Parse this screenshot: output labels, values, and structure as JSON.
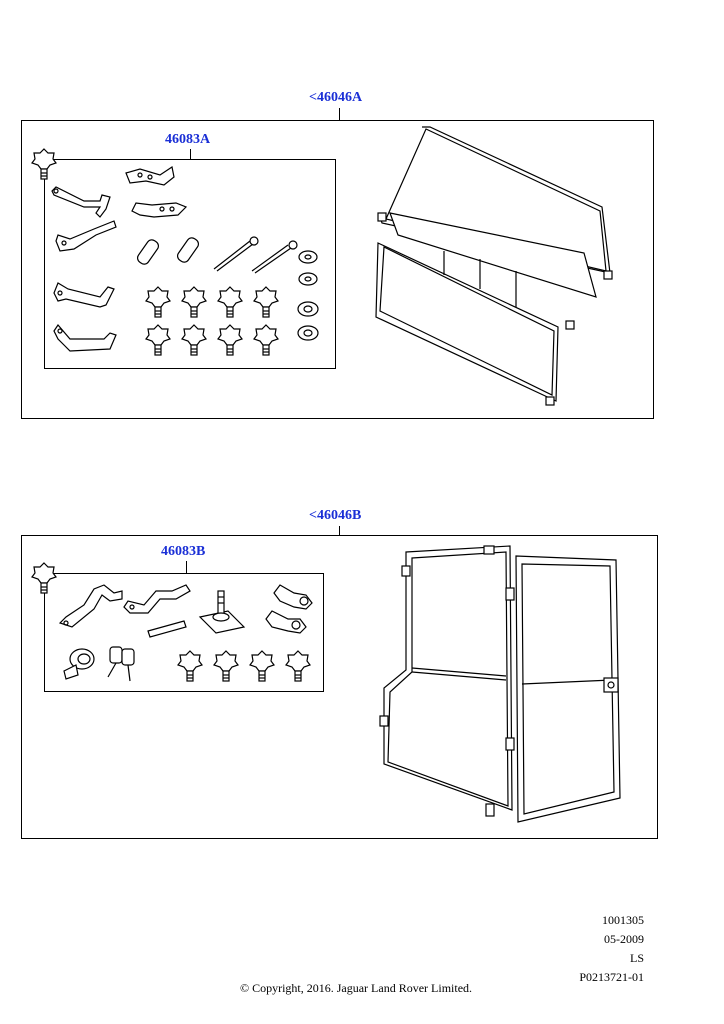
{
  "assemblies": [
    {
      "part_number": "<46046A",
      "kit": {
        "part_number": "46083A"
      },
      "illustration_icon": "rear-load-space-guard-icon"
    },
    {
      "part_number": "<46046B",
      "kit": {
        "part_number": "46083B"
      },
      "illustration_icon": "partition-guard-with-door-icon"
    }
  ],
  "footer": {
    "drawing_number": "1001305",
    "date": "05-2009",
    "code": "LS",
    "illustration_id": "P0213721-01",
    "copyright": "© Copyright, 2016. Jaguar Land Rover Limited."
  },
  "colors": {
    "callout": "#1a2fd6",
    "line": "#000000"
  }
}
